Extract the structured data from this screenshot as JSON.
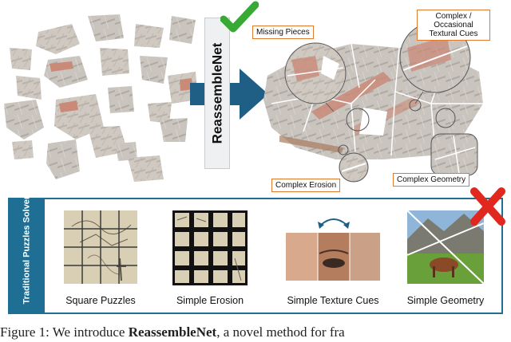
{
  "method_name": "ReassembleNet",
  "callouts": {
    "missing_pieces": "Missing Pieces",
    "complex_textural": "Complex / Occasional Textural Cues",
    "complex_erosion": "Complex Erosion",
    "complex_geometry": "Complex Geometry"
  },
  "panel": {
    "side_label": "Traditional Puzzles Solvers",
    "examples": [
      {
        "label": "Square Puzzles"
      },
      {
        "label": "Simple Erosion"
      },
      {
        "label": "Simple Texture Cues"
      },
      {
        "label": "Simple Geometry"
      }
    ]
  },
  "caption": {
    "prefix": "Figure 1:  We introduce ",
    "bold": "ReassembleNet",
    "suffix": ", a novel method for fra"
  },
  "colors": {
    "accent_blue": "#1f6f95",
    "check_green": "#39a935",
    "cross_red": "#e0281f",
    "callout_orange": "#e07a2e"
  },
  "icons": [
    "check-icon",
    "cross-icon",
    "arrow-right-icon"
  ]
}
